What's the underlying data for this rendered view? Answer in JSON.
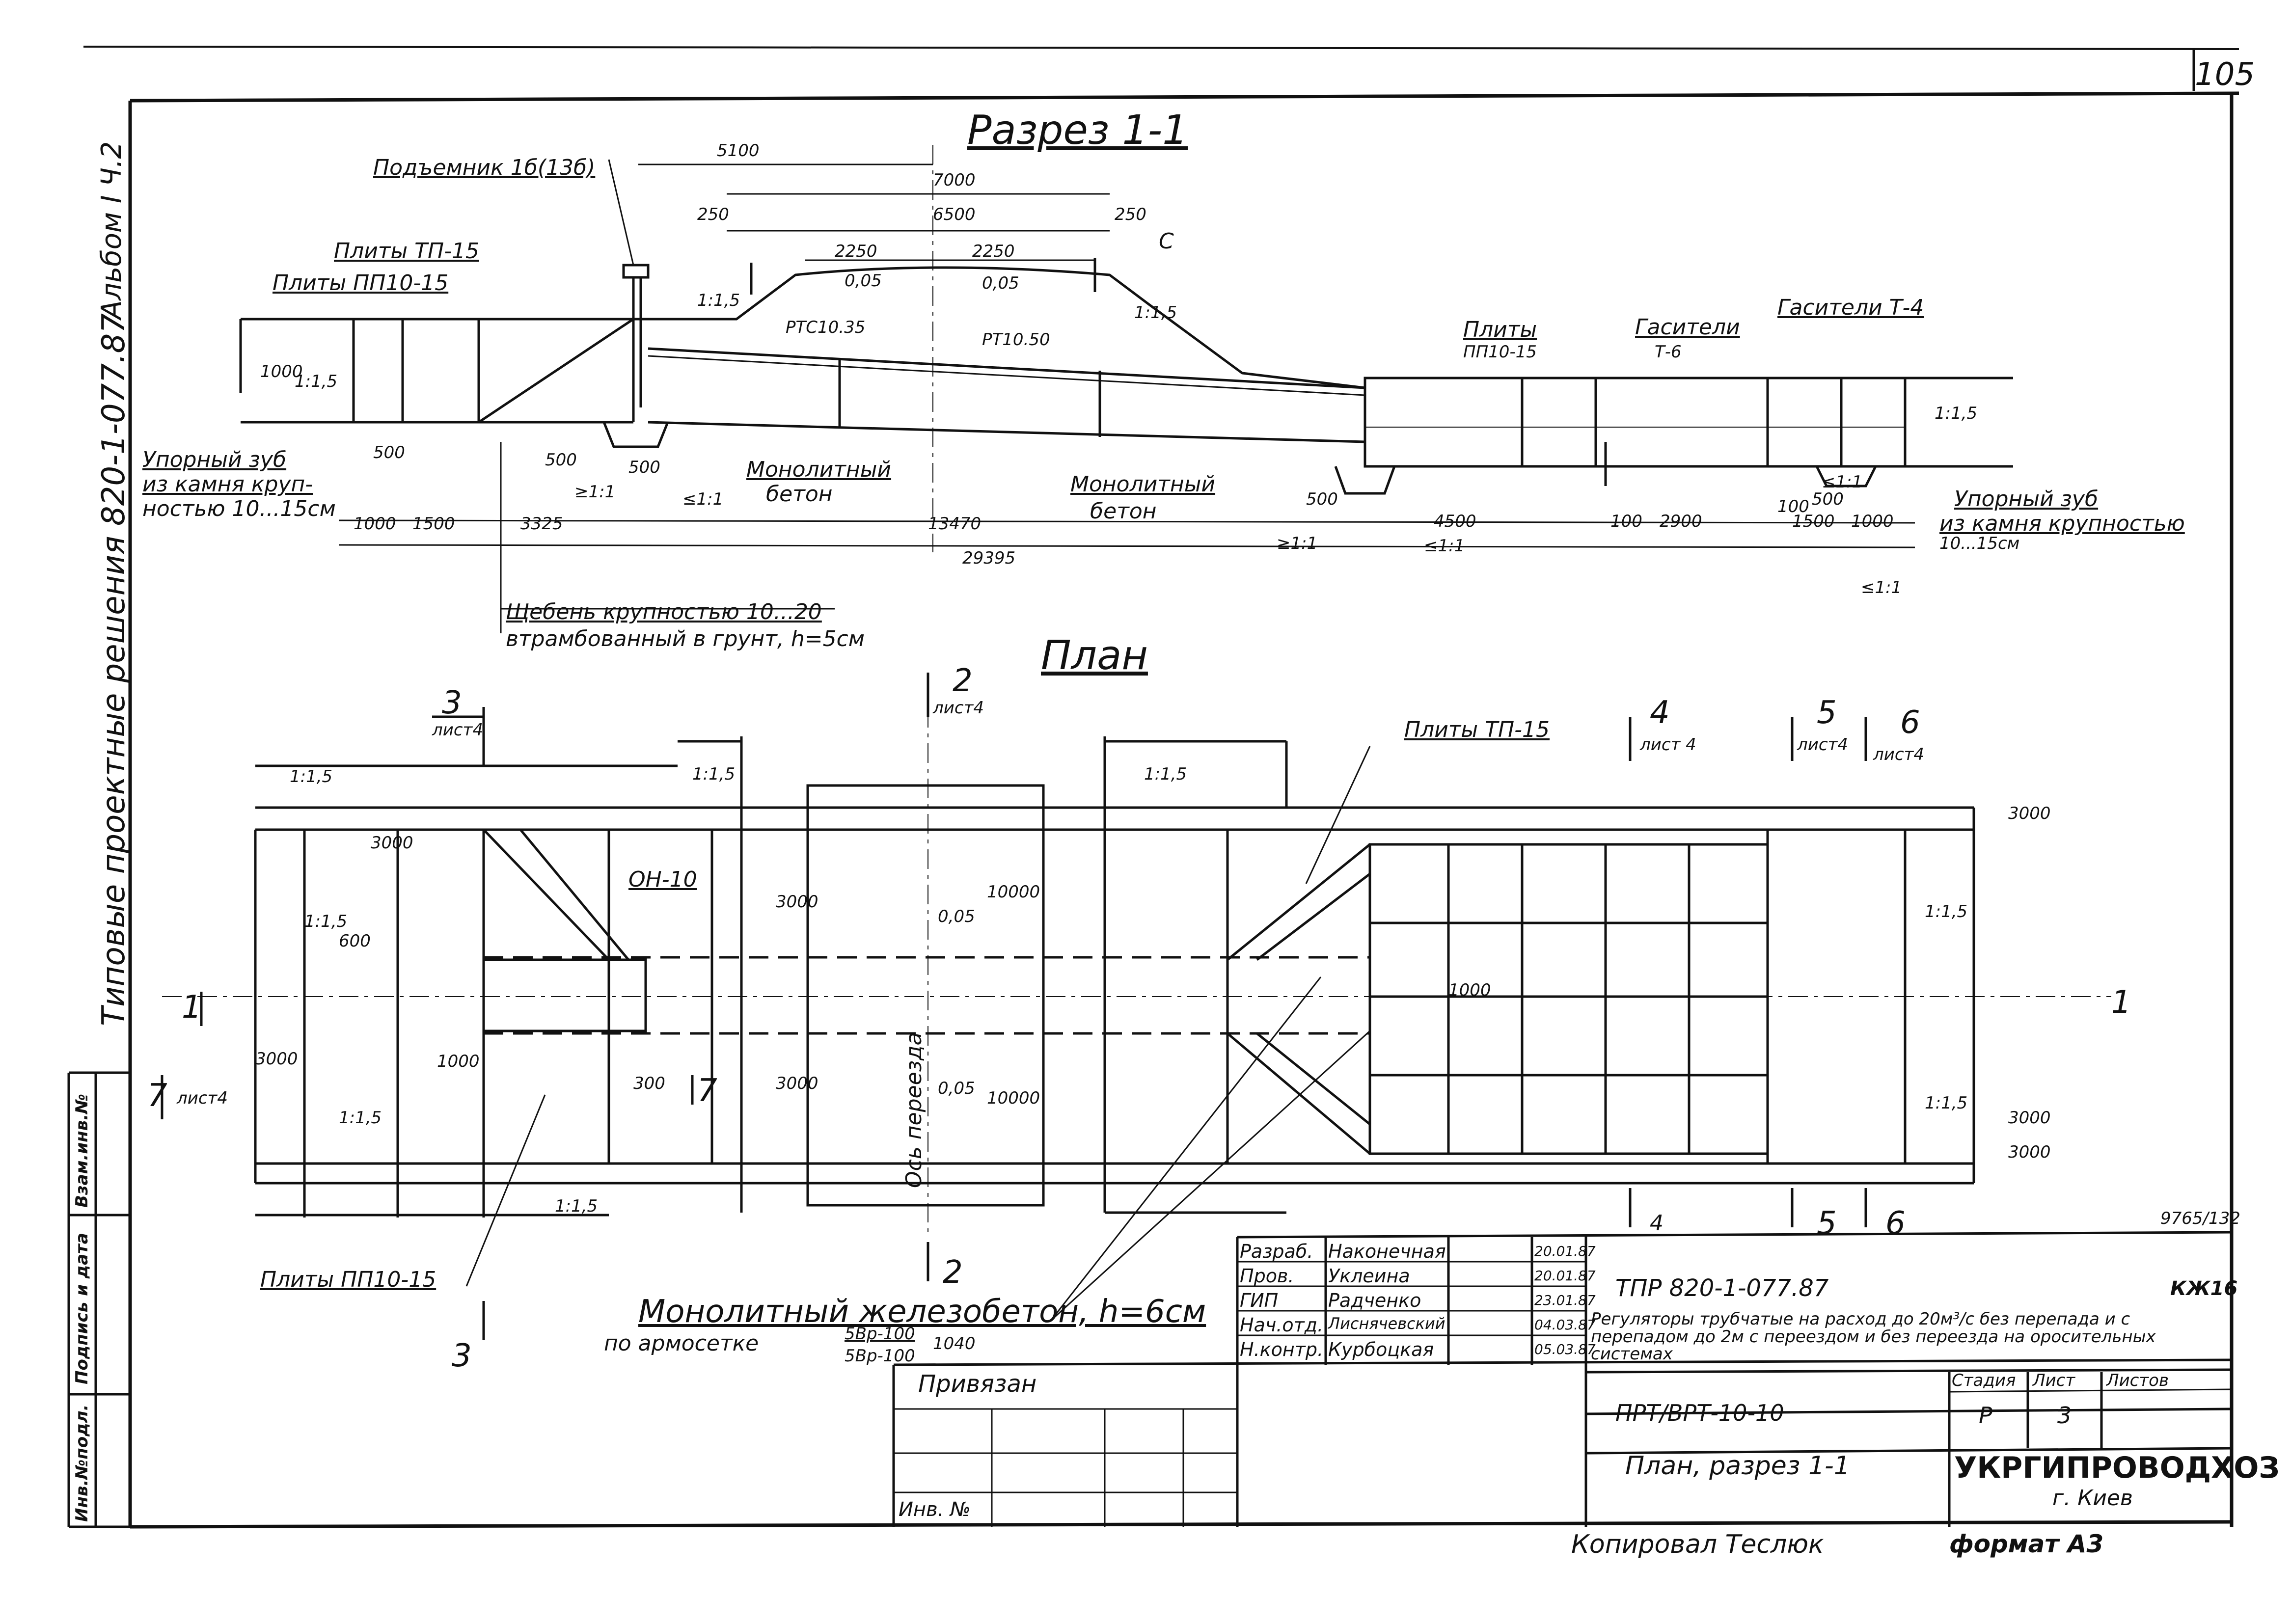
{
  "page_number": "105",
  "album": "Альбом І Ч.2",
  "series_vertical": "Типовые проектные решения 820-1-077.87",
  "section": {
    "title": "Разрез 1-1",
    "labels": {
      "lifter": "Подъемник 1б(13б)",
      "plates_tp": "Плиты ТП-15",
      "plates_pp": "Плиты ПП10-15",
      "pipe1": "РТС10.35",
      "pipe2": "РТ10.50",
      "c": "С",
      "plates_right": "Плиты",
      "plates_right2": "ПП10-15",
      "dampers1": "Гасители",
      "dampers1b": "Т-6",
      "dampers2": "Гасители Т-4",
      "stop_left1": "Упорный зуб",
      "stop_left2": "из камня круп-",
      "stop_left3": "ностью 10...15см",
      "stop_right1": "Упорный зуб",
      "stop_right2": "из камня крупностью",
      "stop_right3": "10...15см",
      "concrete1a": "Монолитный",
      "concrete1b": "бетон",
      "concrete2a": "Монолитный",
      "concrete2b": "бетон",
      "gravel1": "Щебень крупностью 10...20",
      "gravel2": "втрамбованный в грунт, h=5см"
    },
    "dims": [
      "5100",
      "7000",
      "6500",
      "250",
      "250",
      "2250",
      "2250",
      "0,05",
      "0,05",
      "1:1,5",
      "1:1,5",
      "1000",
      "1:1,5",
      "500",
      "500",
      "500",
      "500",
      "1000",
      "1500",
      "3325",
      "13470",
      "4500",
      "100",
      "2900",
      "1500",
      "1000",
      "100",
      "500",
      "29395",
      "1:1,5",
      "≥1:1",
      "≤1:1",
      "≥1:1",
      "≤1:1",
      "≤1:1",
      "≤1:1"
    ]
  },
  "plan": {
    "title": "План",
    "labels": {
      "plates_tp": "Плиты ТП-15",
      "on10": "ОН-10",
      "plates_pp": "Плиты ПП10-15",
      "axis": "Ось переезда",
      "mono1": "Монолитный железобетон, h=6см",
      "mono2": "по армосетке",
      "mesh_top": "5Вр-100",
      "mesh_bot": "5Вр-100",
      "mesh_w": "1040"
    },
    "cuts": [
      {
        "num": "3",
        "sheet": "лист4"
      },
      {
        "num": "2",
        "sheet": "лист4"
      },
      {
        "num": "4",
        "sheet": "лист 4"
      },
      {
        "num": "5",
        "sheet": "лист4"
      },
      {
        "num": "6",
        "sheet": "лист4"
      },
      {
        "num": "1",
        "sheet": ""
      },
      {
        "num": "7",
        "sheet": "лист4"
      },
      {
        "num": "7",
        "sheet": ""
      },
      {
        "num": "2",
        "sheet": ""
      },
      {
        "num": "3",
        "sheet": ""
      },
      {
        "num": "4",
        "sheet": ""
      },
      {
        "num": "5",
        "sheet": ""
      },
      {
        "num": "6",
        "sheet": ""
      },
      {
        "num": "1",
        "sheet": ""
      }
    ],
    "dims": [
      "1:1,5",
      "1:1,5",
      "1:1,5",
      "1:1,5",
      "1:1,5",
      "1:1,5",
      "1:1,5",
      "1:1,5",
      "3000",
      "3000",
      "3000",
      "3000",
      "3000",
      "600",
      "3000",
      "1000",
      "300",
      "0,05",
      "0,05",
      "10000",
      "10000",
      "1000",
      "3000"
    ]
  },
  "title_block": {
    "roles": [
      "Разраб.",
      "Пров.",
      "ГИП",
      "Нач.отд.",
      "Н.контр."
    ],
    "names": [
      "Наконечная",
      "Уклеина",
      "Радченко",
      "Лиснячевский",
      "Курбоцкая"
    ],
    "dates": [
      "20.01.87",
      "20.01.87",
      "23.01.87",
      "04.03.87",
      "05.03.87"
    ],
    "code": "ТПР 820-1-077.87",
    "mark": "КЖ16",
    "description": "Регуляторы трубчатые на расход до 20м³/с без перепада и с перепадом до 2м с переездом и без переезда на оросительных системах",
    "product": "ПРТ/ВРТ-10-10",
    "sheet_title": "План, разрез 1-1",
    "stage_h": "Стадия",
    "sheet_h": "Лист",
    "sheets_h": "Листов",
    "stage": "Р",
    "sheet": "3",
    "org": "УКРГИПРОВОДХОЗ",
    "city": "г. Киев",
    "linked": "Привязан",
    "inv": "Инв. №",
    "copied": "Копировал Теслюк",
    "format": "формат А3",
    "stamp": "9765/132"
  },
  "side_stamp": [
    "Взам.инв.№",
    "Подпись и дата",
    "Инв.№подл."
  ]
}
